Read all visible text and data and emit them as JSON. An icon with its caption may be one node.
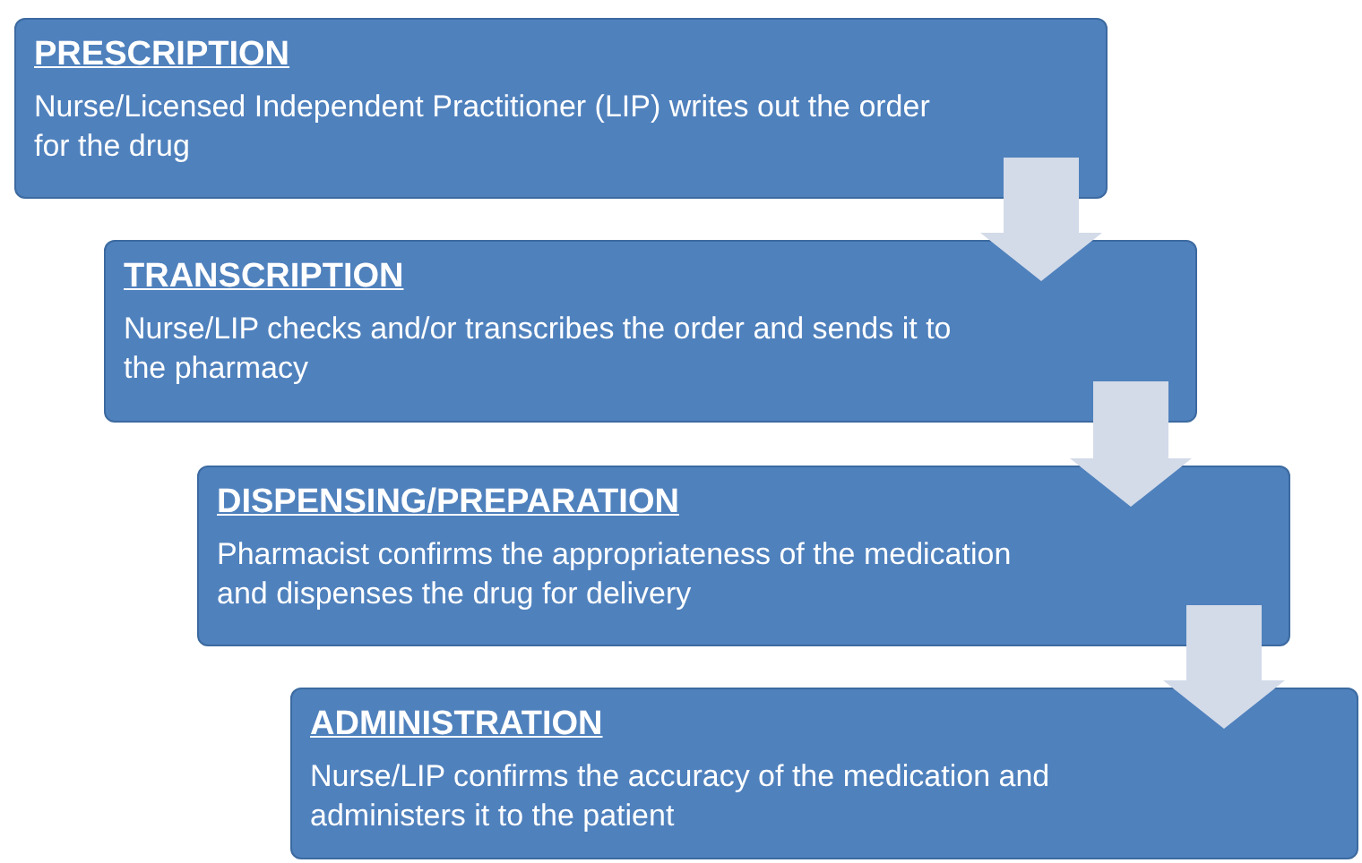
{
  "diagram": {
    "nodes": [
      {
        "text": [
          "PRESCRIPTION",
          "Nurse/Licensed Independent Practitioner (LIP) writes out the order for the drug"
        ]
      },
      {
        "text": [
          "TRANSCRIPTION",
          "Nurse/LIP checks and/or transcribes the order and sends it to the pharmacy"
        ]
      },
      {
        "text": [
          "DISPENSING/PREPARATION",
          "Pharmacist confirms the appropriateness of the medication and dispenses the drug for delivery"
        ]
      },
      {
        "text": [
          "ADMINISTRATION",
          "Nurse/LIP confirms the accuracy of the medication and administers it to the patient"
        ]
      }
    ],
    "edges": [
      {
        "from": 0,
        "to": 1,
        "arrow": "to"
      },
      {
        "from": 1,
        "to": 2,
        "arrow": "to"
      },
      {
        "from": 2,
        "to": 3,
        "arrow": "to"
      }
    ]
  }
}
